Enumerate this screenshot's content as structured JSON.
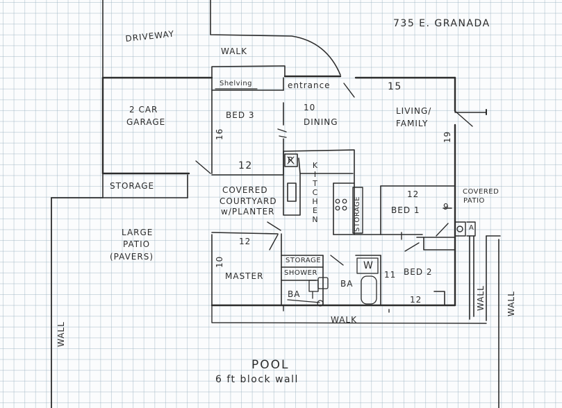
{
  "address": "735 E. GRANADA",
  "labels": {
    "driveway": "DRIVEWAY",
    "walk_top": "WALK",
    "shelving": "Shelving",
    "entrance": "entrance",
    "garage": "2 CAR\nGARAGE",
    "garage_line1": "2 CAR",
    "garage_line2": "GARAGE",
    "storage_garage": "STORAGE",
    "bed3": "BED 3",
    "dining": "DINING",
    "living_line1": "LIVING/",
    "living_line2": "FAMILY",
    "kitchen": "KITCHEN",
    "storage_kitchen": "STORAGE",
    "covered_courtyard_line1": "COVERED",
    "covered_courtyard_line2": "COURTYARD",
    "covered_courtyard_line3": "w/PLANTER",
    "bed1": "BED 1",
    "covered_patio_line1": "COVERED",
    "covered_patio_line2": "PATIO",
    "large_patio_line1": "LARGE",
    "large_patio_line2": "PATIO",
    "large_patio_line3": "(PAVERS)",
    "master": "MASTER",
    "storage_bath": "STORAGE",
    "shower": "SHOWER",
    "ba_left": "BA",
    "ba_right": "BA",
    "w": "W",
    "bed2": "BED 2",
    "walk_bottom": "WALK",
    "wall_left": "WALL",
    "wall_right_1": "WALL",
    "wall_right_2": "WALL",
    "pool": "POOL",
    "block_wall": "6 ft block wall",
    "appliance_r": "R",
    "appliance_a": "A"
  },
  "dimensions": {
    "dining_10": "10",
    "living_15": "15",
    "bed3_16": "16",
    "courtyard_12": "12",
    "living_19": "19",
    "bed1_12": "12",
    "bed1_9": "9",
    "master_12": "12",
    "master_10": "10",
    "bed2_11": "11",
    "bed2_12": "12"
  },
  "colors": {
    "ink": "#2b2b2b",
    "grid": "#a9bfcb",
    "paper": "#fbfcfd"
  }
}
